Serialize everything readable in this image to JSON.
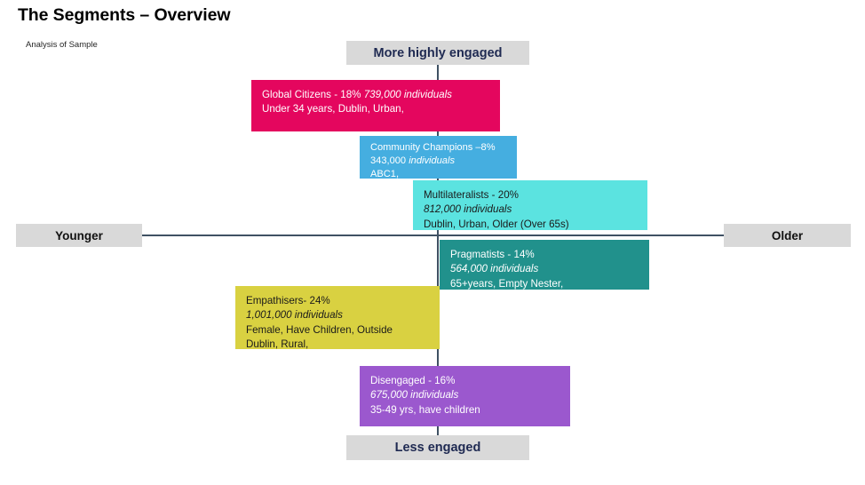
{
  "header": {
    "title": "The Segments – Overview",
    "subtitle": "Analysis of Sample"
  },
  "axes": {
    "top_label": "More highly engaged",
    "bottom_label": "Less engaged",
    "left_label": "Younger",
    "right_label": "Older",
    "line_color": "#3F5163",
    "pole_background": "#D9D9D9",
    "pole_text_color_vertical": "#1F2A52",
    "pole_text_color_horizontal": "#111111"
  },
  "segments": [
    {
      "key": "global_citizens",
      "name": "Global Citizens",
      "share": "18%",
      "count": "739,000 individuals",
      "color": "#E4065E",
      "text_color": "#FFFFFF",
      "line1_plain": "Global Citizens - 18% ",
      "line1_italic": "739,000 individuals",
      "line2": "Under 34 years, Dublin, Urban,",
      "line3": "",
      "line4": ""
    },
    {
      "key": "community_champions",
      "name": "Community Champions",
      "share": "8%",
      "count": "343,000 individuals",
      "color": "#45AEE0",
      "text_color": "#FFFFFF",
      "line1_plain": "Community Champions –8%",
      "line1_italic": "",
      "line2_plain": "343,000 ",
      "line2_italic": "individuals",
      "line3": "ABC1,",
      "line4": ""
    },
    {
      "key": "multilateralists",
      "name": "Multilateralists",
      "share": "20%",
      "count": "812,000 individuals",
      "color": "#5BE3E0",
      "text_color": "#1A1A1A",
      "line1_plain": "Multilateralists - 20%",
      "line1_italic": "",
      "line2_italic": "812,000 individuals",
      "line3": "Dublin, Urban, Older (Over 65s)",
      "line4": ""
    },
    {
      "key": "pragmatists",
      "name": "Pragmatists",
      "share": "14%",
      "count": "564,000 individuals",
      "color": "#21918C",
      "text_color": "#FFFFFF",
      "line1_plain": "Pragmatists - 14%",
      "line1_italic": "",
      "line2_italic": "564,000 individuals",
      "line3": "65+years, Empty Nester,",
      "line4": ""
    },
    {
      "key": "empathisers",
      "name": "Empathisers",
      "share": "24%",
      "count": "1,001,000 individuals",
      "color": "#D9D141",
      "text_color": "#1A1A1A",
      "line1_plain": "Empathisers- 24%",
      "line1_italic": "",
      "line2_italic": "1,001,000 individuals",
      "line3": "Female, Have Children, Outside",
      "line4": "Dublin, Rural,"
    },
    {
      "key": "disengaged",
      "name": "Disengaged",
      "share": "16%",
      "count": "675,000 individuals",
      "color": "#9B58CE",
      "text_color": "#FFFFFF",
      "line1_plain": "Disengaged -  16%",
      "line1_italic": "",
      "line2_italic": "675,000 individuals",
      "line3": "35-49 yrs, have children",
      "line4": ""
    }
  ]
}
